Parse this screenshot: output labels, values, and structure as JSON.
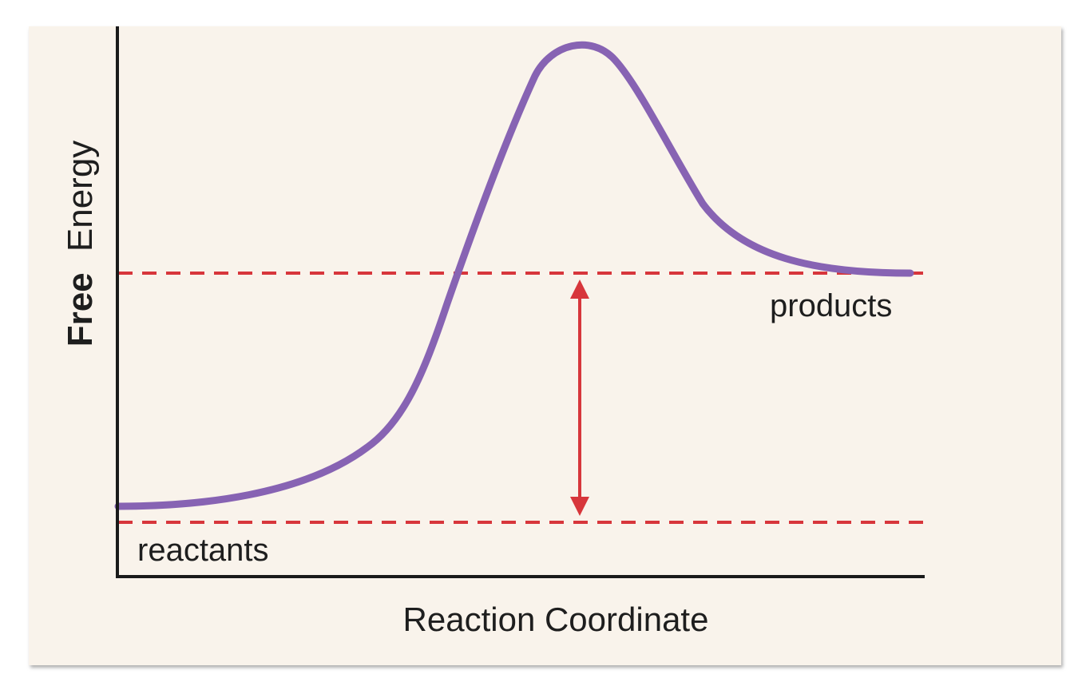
{
  "diagram": {
    "type": "energy_diagram",
    "title": "",
    "y_axis_label_bold": "Free",
    "y_axis_label_regular": "Energy",
    "x_axis_label": "Reaction Coordinate",
    "labels": {
      "reactants": "reactants",
      "products": "products"
    },
    "colors": {
      "background": "#f9f3eb",
      "curve": "#8763b3",
      "dashed_lines": "#d7363b",
      "arrow": "#d7363b",
      "axes": "#1a1a1a"
    }
  }
}
